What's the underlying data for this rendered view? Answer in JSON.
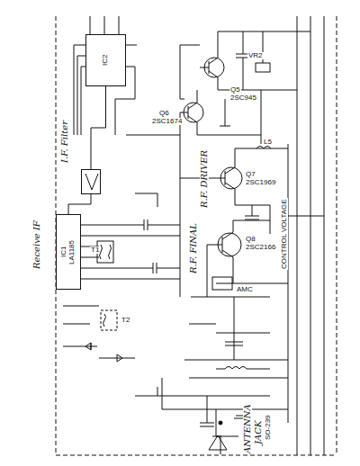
{
  "diagram": {
    "nodes": [
      {
        "text": [
          "IC2"
        ]
      },
      {
        "text": [
          "I.F. Filter"
        ]
      },
      {
        "text": [
          "IC1",
          "LA1185"
        ]
      }
    ],
    "edges": [
      {
        "from": 0,
        "to": 1,
        "arrow": "none"
      },
      {
        "from": 1,
        "to": 2,
        "arrow": "none"
      }
    ],
    "labels": [
      "Receive IF",
      "Q5",
      "2SC945",
      "Q6",
      "2SC1674",
      "R.F. DRIVER",
      "Q7",
      "2SC1969",
      "R.F. FINAL",
      "Q8",
      "2SC2166",
      "CONTROL VOLTAGE",
      "AMC",
      "ANTENNA",
      "JACK",
      "SO-239",
      "T1",
      "T2",
      "L5",
      "VR2"
    ]
  }
}
